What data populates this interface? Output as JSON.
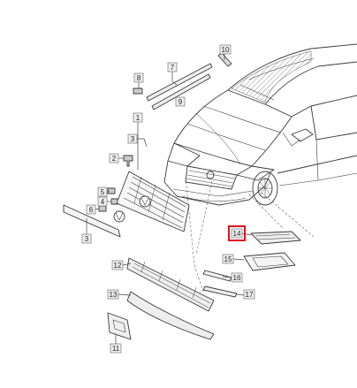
{
  "diagram": {
    "callouts": [
      {
        "id": "1",
        "label": "1"
      },
      {
        "id": "2",
        "label": "2"
      },
      {
        "id": "3a",
        "label": "3"
      },
      {
        "id": "3b",
        "label": "3"
      },
      {
        "id": "4",
        "label": "4"
      },
      {
        "id": "5",
        "label": "5"
      },
      {
        "id": "6",
        "label": "6"
      },
      {
        "id": "7",
        "label": "7"
      },
      {
        "id": "8",
        "label": "8"
      },
      {
        "id": "9",
        "label": "9"
      },
      {
        "id": "10",
        "label": "10"
      },
      {
        "id": "11",
        "label": "11"
      },
      {
        "id": "12",
        "label": "12"
      },
      {
        "id": "13",
        "label": "13"
      },
      {
        "id": "14",
        "label": "14",
        "highlighted": true
      },
      {
        "id": "15",
        "label": "15"
      },
      {
        "id": "16",
        "label": "16"
      },
      {
        "id": "17",
        "label": "17"
      }
    ],
    "colors": {
      "line": "#3a3a3a",
      "label_box": "#eeeeee",
      "label_border": "#666666",
      "highlight": "#e0101e"
    }
  }
}
